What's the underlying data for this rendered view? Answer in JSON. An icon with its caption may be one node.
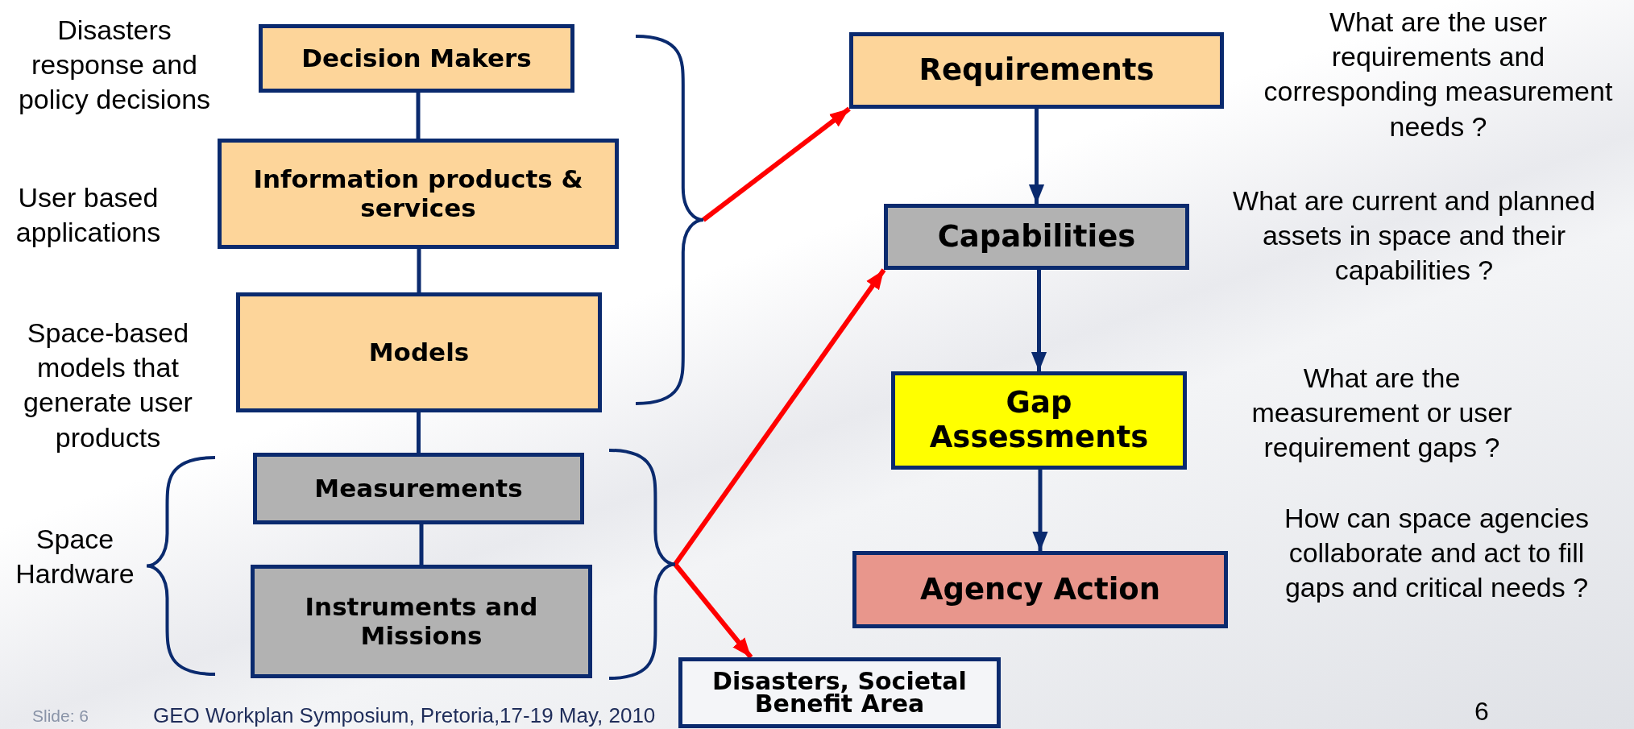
{
  "diagram": {
    "nodes": [
      {
        "text": [
          "Decision Makers"
        ]
      },
      {
        "text": [
          "Information products & services"
        ]
      },
      {
        "text": [
          "Models"
        ]
      },
      {
        "text": [
          "Measurements"
        ]
      },
      {
        "text": [
          "Instruments and Missions"
        ]
      },
      {
        "text": [
          "Requirements"
        ],
        "beside": [
          "What are the user requirements and corresponding measurement needs ?"
        ]
      },
      {
        "text": [
          "Capabilities"
        ],
        "beside": [
          "What are current and planned assets in space and their capabilities ?"
        ]
      },
      {
        "text": [
          "Gap Assessments"
        ],
        "beside": [
          "What are the measurement or user requirement gaps ?"
        ]
      },
      {
        "text": [
          "Agency Action"
        ],
        "beside": [
          "How can space agencies collaborate and act to fill gaps and critical needs ?"
        ]
      },
      {
        "text": [
          "Disasters, Societal Benefit Area"
        ]
      },
      {
        "text": [],
        "shape": "brace"
      },
      {
        "text": [],
        "shape": "brace"
      }
    ],
    "edges": [
      {
        "from": 0,
        "to": 1,
        "arrow": "none"
      },
      {
        "from": 1,
        "to": 2,
        "arrow": "none"
      },
      {
        "from": 2,
        "to": 3,
        "arrow": "none"
      },
      {
        "from": 3,
        "to": 4,
        "arrow": "none"
      },
      {
        "from": 5,
        "to": 6,
        "arrow": "to"
      },
      {
        "from": 6,
        "to": 7,
        "arrow": "to"
      },
      {
        "from": 7,
        "to": 8,
        "arrow": "to"
      },
      {
        "from": 10,
        "to": 5,
        "arrow": "to",
        "color": "#ff0000"
      },
      {
        "from": 11,
        "to": 6,
        "arrow": "to",
        "color": "#ff0000"
      },
      {
        "from": 11,
        "to": 9,
        "arrow": "to",
        "color": "#ff0000"
      }
    ],
    "labels": [
      "Disasters response and policy decisions",
      "User based applications",
      "Space-based models that generate user products",
      "Space Hardware",
      "Slide: 6",
      "GEO Workplan Symposium, Pretoria,17-19 May, 2010",
      "6"
    ]
  }
}
